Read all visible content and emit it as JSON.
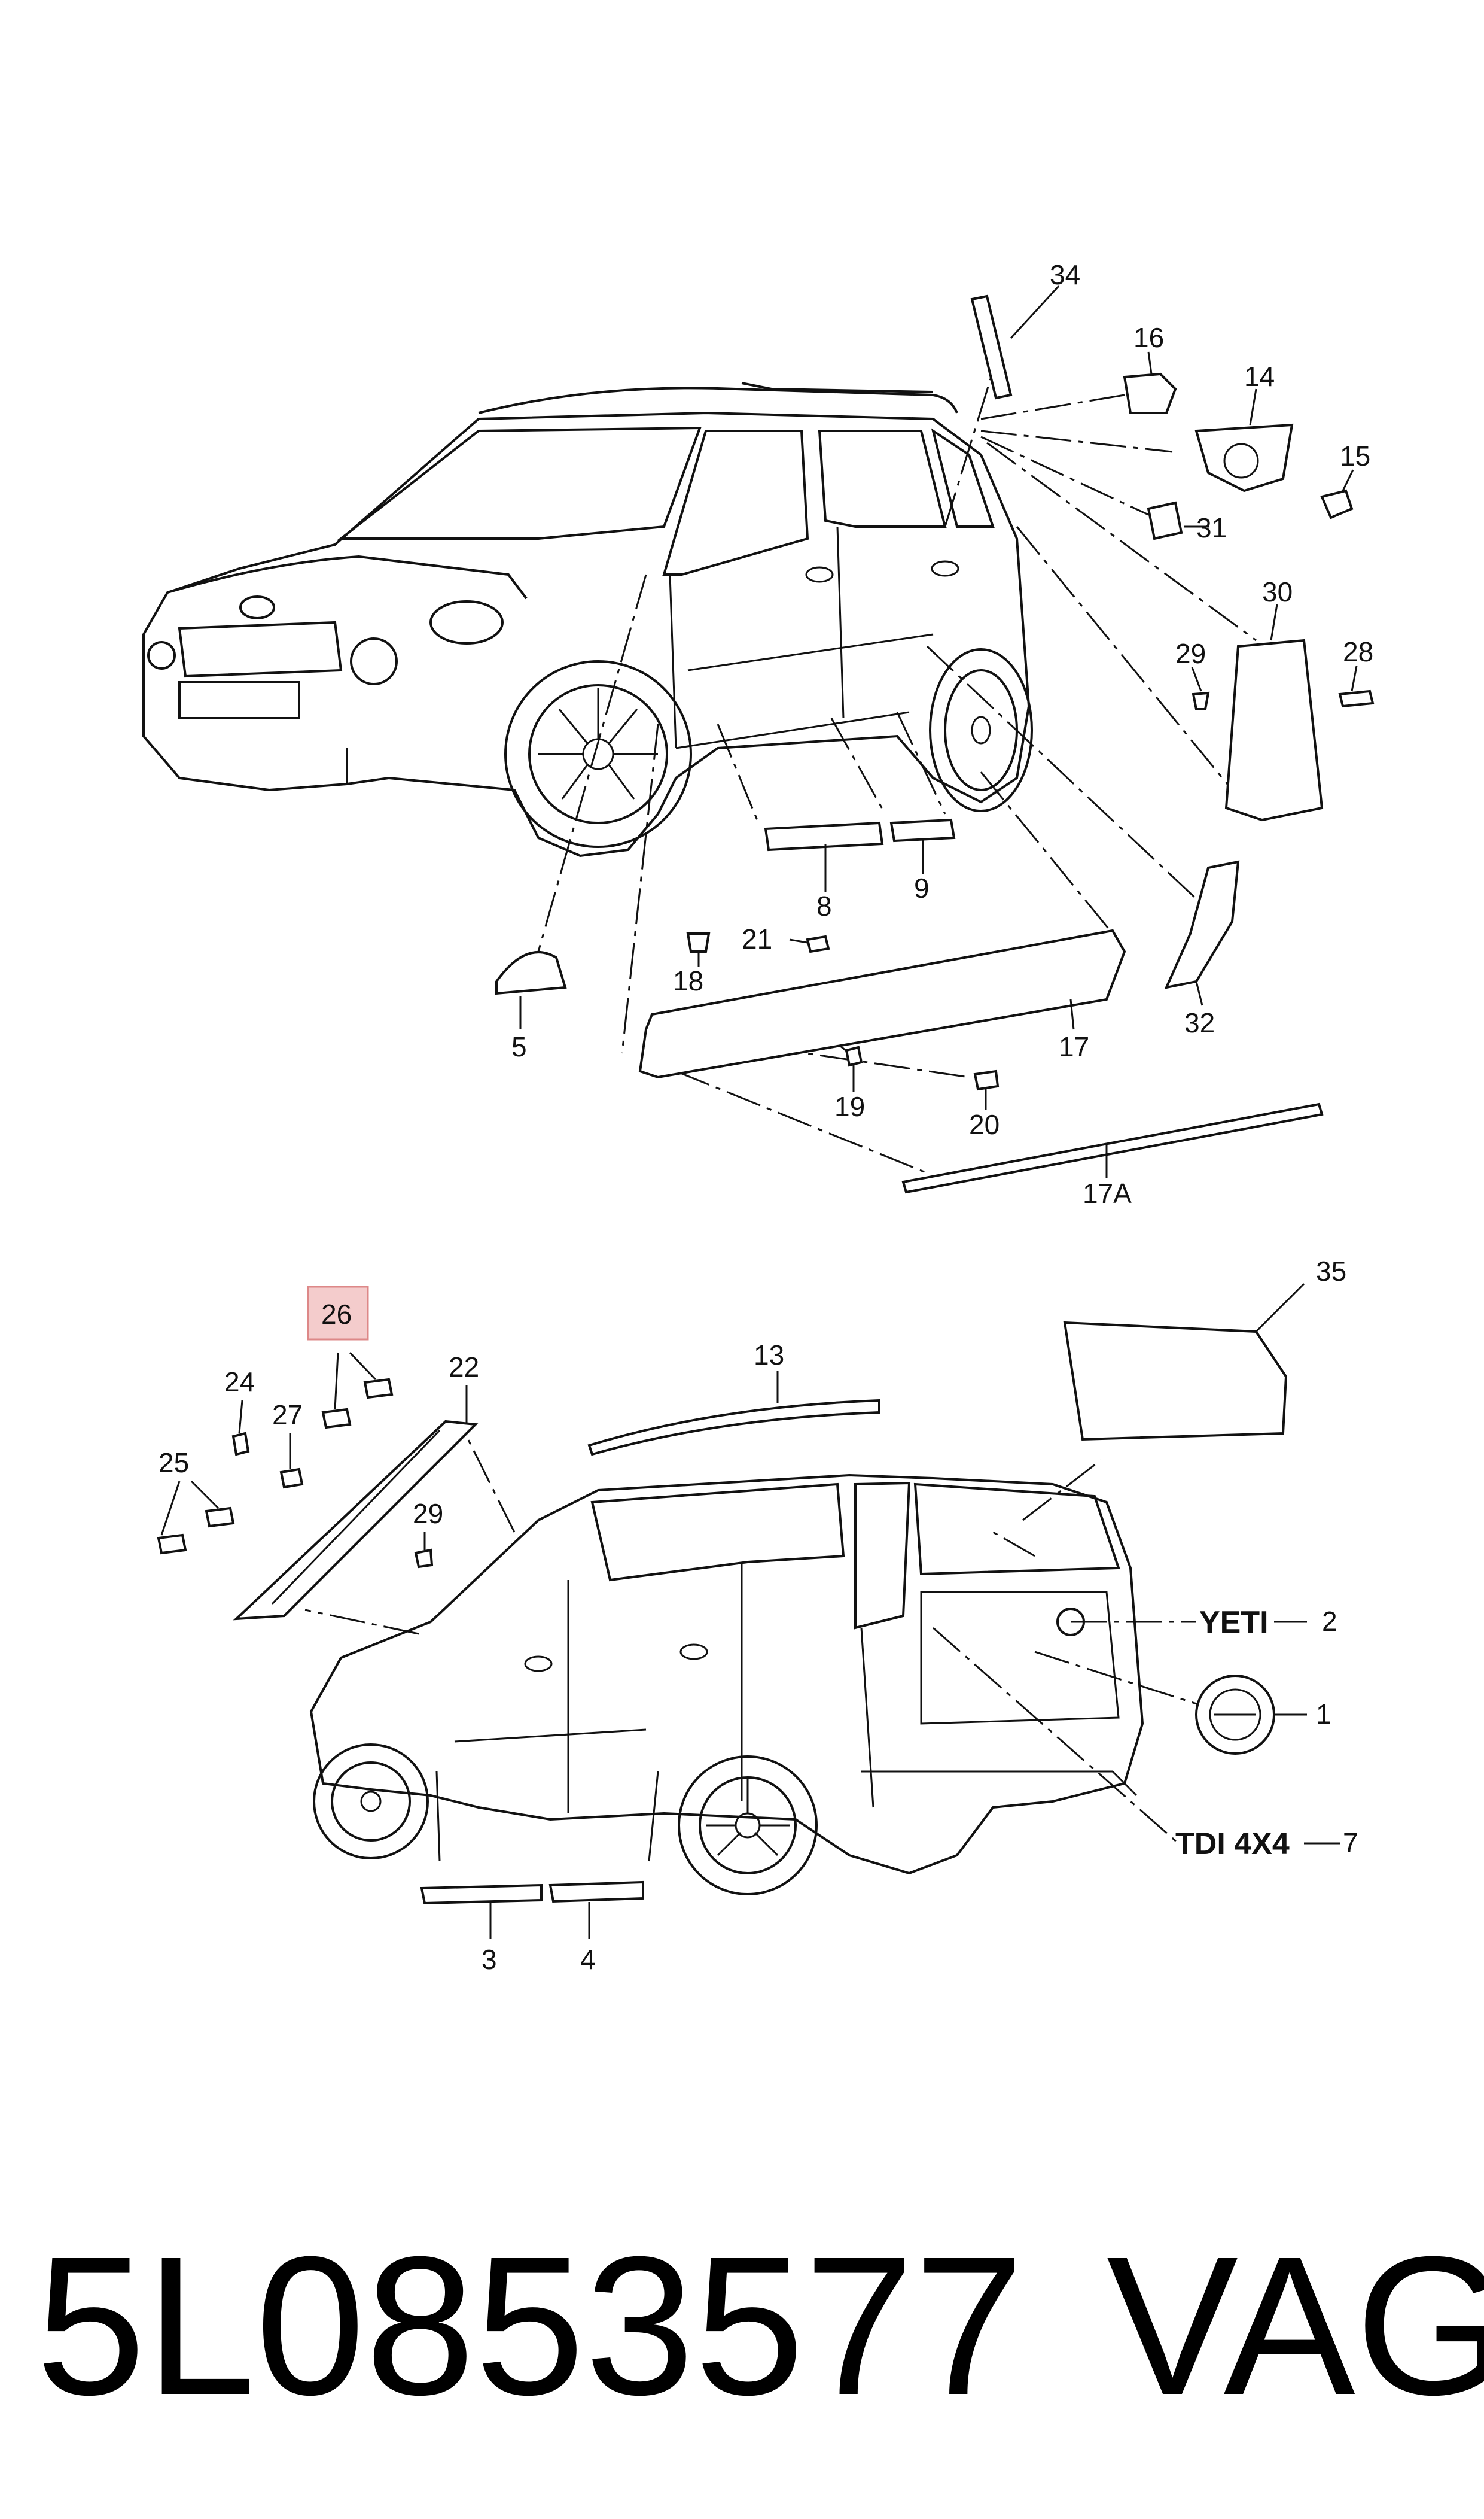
{
  "callouts": {
    "c1": "1",
    "c2": "2",
    "c3": "3",
    "c4": "4",
    "c5": "5",
    "c7": "7",
    "c8": "8",
    "c9": "9",
    "c13": "13",
    "c14": "14",
    "c15": "15",
    "c16": "16",
    "c17": "17",
    "c17a": "17A",
    "c18": "18",
    "c19": "19",
    "c20": "20",
    "c21": "21",
    "c22": "22",
    "c24": "24",
    "c25": "25",
    "c26": "26",
    "c27": "27",
    "c28": "28",
    "c29a": "29",
    "c29b": "29",
    "c30": "30",
    "c31": "31",
    "c32": "32",
    "c34": "34",
    "c35": "35"
  },
  "emblems": {
    "yeti": "YETI",
    "tdi": "TDI 4X4"
  },
  "highlight_color": "#f4cccc",
  "footer": {
    "part_number": "5L0853577",
    "brand": "VAG"
  }
}
